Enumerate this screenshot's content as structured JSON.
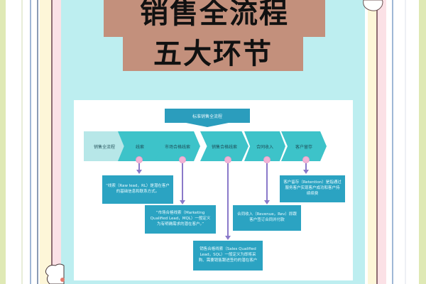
{
  "title": {
    "line1": "销售全流程",
    "line2": "五大环节"
  },
  "diagram": {
    "banner": "标准销售全流程",
    "steps": [
      {
        "label": "销售全流程"
      },
      {
        "label": "线索"
      },
      {
        "label": "市场合格线索"
      },
      {
        "label": "销售合格线索"
      },
      {
        "label": "合同收入"
      },
      {
        "label": "客户留存"
      }
    ],
    "descriptions": [
      {
        "text": "“线索（Raw lead，RL）是潜在客户的基础信息和联系方式。"
      },
      {
        "text": "“市场合格线索（Marketing Qualified Lead，MQL）一般定义为有明确需求的潜在客户。”"
      },
      {
        "text": "销售合格线索（Sales Qualified Lead，SQL）一般定义为即将采购、需要销售跟进签约的潜在客户"
      },
      {
        "text": "合同收入（Revenue，Rev）即跟客户签订合同并付款"
      },
      {
        "text": "客户留存（Retention）是指通过服务客户实现客户成功和客户持续续费"
      }
    ]
  },
  "colors": {
    "card_bg": "#bdeef0",
    "title_bg": "#c3907c",
    "step_fill": "#3dc3c9",
    "step_first_fill": "#b7e7e8",
    "desc_fill": "#2ba3c2",
    "connector": "#8a79c9",
    "dot": "#f2b3d6"
  }
}
